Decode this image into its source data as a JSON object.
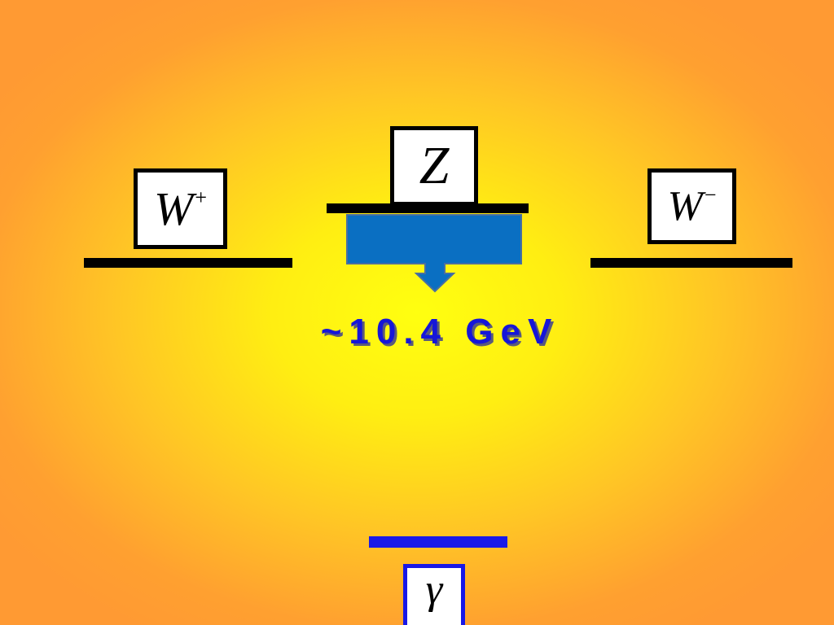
{
  "levels": {
    "w_plus": {
      "symbol": "W",
      "charge": "+"
    },
    "z": {
      "symbol": "Z"
    },
    "w_minus": {
      "symbol": "W",
      "charge": "−"
    },
    "gamma": {
      "symbol": "γ"
    }
  },
  "energy_gap": {
    "label": "~10.4 GeV"
  },
  "colors": {
    "background_center": "#ffff10",
    "background_edge": "#ff9a33",
    "level_line": "#000000",
    "photon_line": "#1a1ae8",
    "arrow_fill": "#0a6fc2",
    "arrow_stroke": "#4a6fa0",
    "energy_text": "#1616d8"
  }
}
